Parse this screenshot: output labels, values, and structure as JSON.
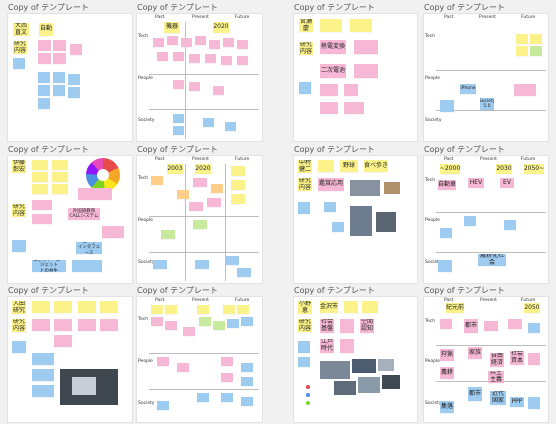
{
  "frame_title": "Copy of テンプレート",
  "axis": {
    "past": "Past",
    "present": "Present",
    "future": "Future",
    "tech": "Tech",
    "people": "People",
    "society": "Society"
  },
  "board1": [
    "大西\n直文",
    "自動",
    "研究\n内容"
  ],
  "board2": [
    "機器",
    "2020"
  ],
  "board3": [
    "宮瀬\n慶",
    "熱電変換",
    "二次電池",
    "研究\n内容"
  ],
  "board4": [
    "iPhone",
    "Society\n5.0"
  ],
  "board5": [
    "伊藤\n彰宏",
    "研究\n内容",
    "外国語教育\nCALLシステム",
    "ユーザ\nインタフェース",
    "ロボット・エージェント\nとの共生"
  ],
  "board6": [
    "2003",
    "2020"
  ],
  "board7": [
    "中村\n健二",
    "野球",
    "食べ歩き",
    "鑑賞応用",
    "研究\n内容"
  ],
  "board8": [
    "~2000",
    "2030",
    "2050~",
    "自動車",
    "HEV",
    "EV",
    "農耕化社会"
  ],
  "board9": [
    "入田\n研究",
    "研究\n内容"
  ],
  "board10": [],
  "board11": [
    "小野\n恵",
    "金沢市",
    "社会\n基盤",
    "空間\n認知",
    "江戸\n時代",
    "研究\n内容"
  ],
  "board12": [
    "紀元前",
    "2050",
    "都市",
    "狩猟",
    "家族",
    "自由\n経済",
    "社会\n資本",
    "共主\n主義",
    "農耕",
    "都市",
    "近代\n国家",
    "集落",
    "PPP"
  ]
}
